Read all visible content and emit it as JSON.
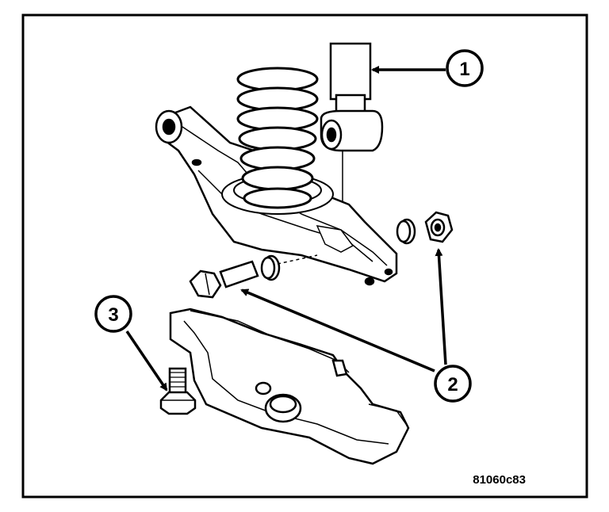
{
  "figure": {
    "id_label": "81060c83",
    "callouts": [
      "1",
      "2",
      "3"
    ]
  }
}
